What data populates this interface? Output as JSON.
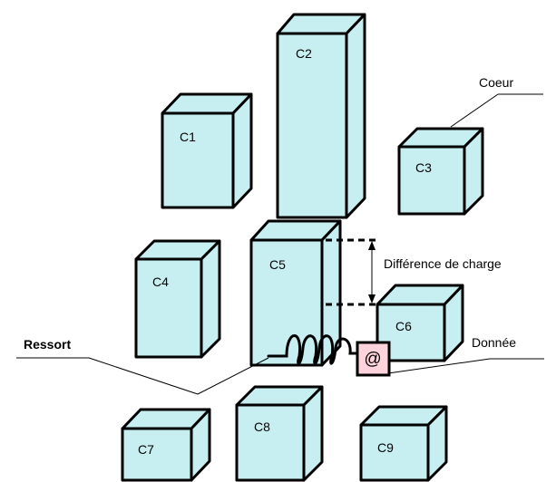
{
  "cores": [
    {
      "id": "c1",
      "label": "C1"
    },
    {
      "id": "c2",
      "label": "C2"
    },
    {
      "id": "c3",
      "label": "C3"
    },
    {
      "id": "c4",
      "label": "C4"
    },
    {
      "id": "c5",
      "label": "C5"
    },
    {
      "id": "c6",
      "label": "C6"
    },
    {
      "id": "c7",
      "label": "C7"
    },
    {
      "id": "c8",
      "label": "C8"
    },
    {
      "id": "c9",
      "label": "C9"
    }
  ],
  "annotations": {
    "coeur": "Coeur",
    "difference": "Différence de charge",
    "donnee": "Donnée",
    "ressort": "Ressort",
    "data_symbol": "@"
  },
  "colors": {
    "core_fill": "#c7eef0",
    "data_fill": "#ffd3dc",
    "outline": "#000000"
  }
}
